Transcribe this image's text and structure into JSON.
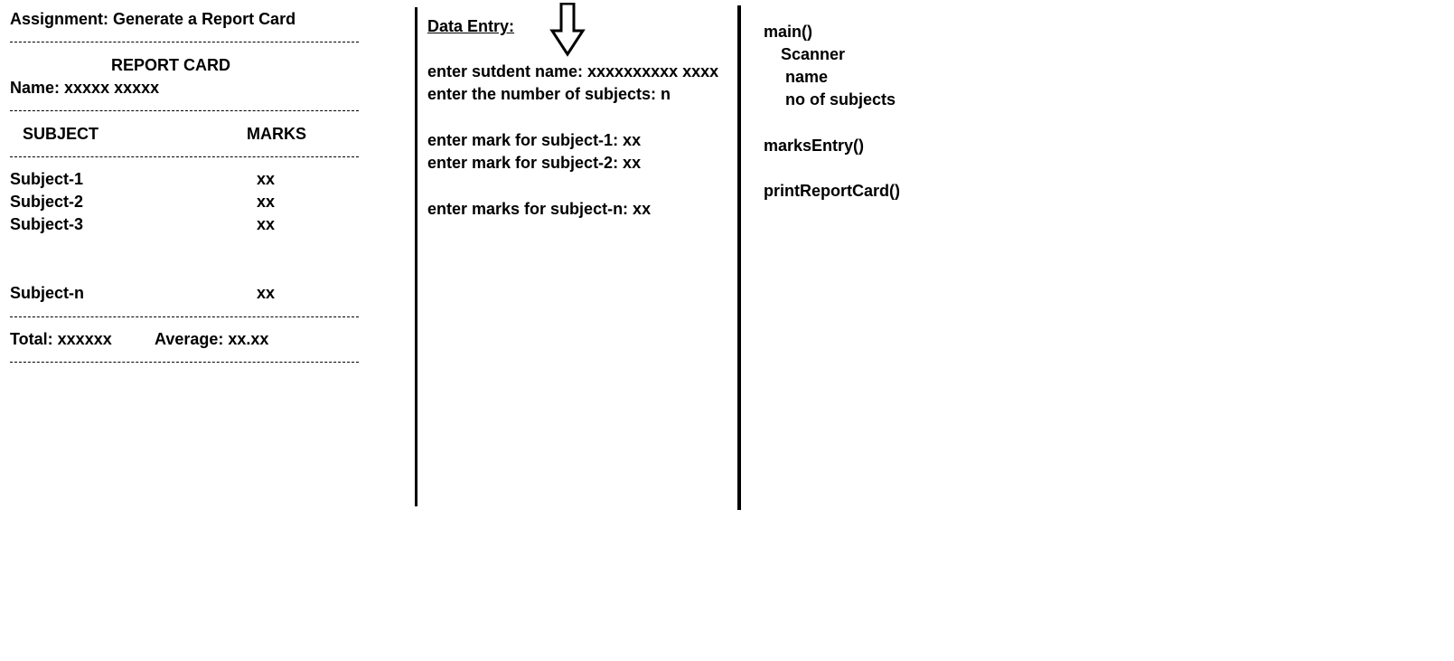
{
  "report": {
    "assignment_title": "Assignment: Generate a Report Card",
    "card_title": "REPORT CARD",
    "name_line": "Name: xxxxx  xxxxx",
    "header_subject": "SUBJECT",
    "header_marks": "MARKS",
    "rows": [
      {
        "subject": "Subject-1",
        "marks": "xx"
      },
      {
        "subject": "Subject-2",
        "marks": "xx"
      },
      {
        "subject": "Subject-3",
        "marks": "xx"
      },
      {
        "subject": "Subject-n",
        "marks": "xx"
      }
    ],
    "total": "Total: xxxxxx",
    "average": "Average: xx.xx"
  },
  "data_entry": {
    "heading": "Data Entry:",
    "lines": [
      "enter sutdent name: xxxxxxxxxx xxxx",
      "enter the number of subjects:  n",
      "enter mark for subject-1: xx",
      "enter mark for subject-2: xx",
      "enter marks for subject-n: xx"
    ]
  },
  "functions": {
    "main": "main()",
    "scanner": "Scanner",
    "name": "name",
    "no_of_subjects": "no of subjects",
    "marks_entry": "marksEntry()",
    "print_report_card": "printReportCard()"
  },
  "icons": {
    "arrow": "down-arrow-icon"
  },
  "colors": {
    "text": "#000000",
    "background": "#ffffff"
  }
}
